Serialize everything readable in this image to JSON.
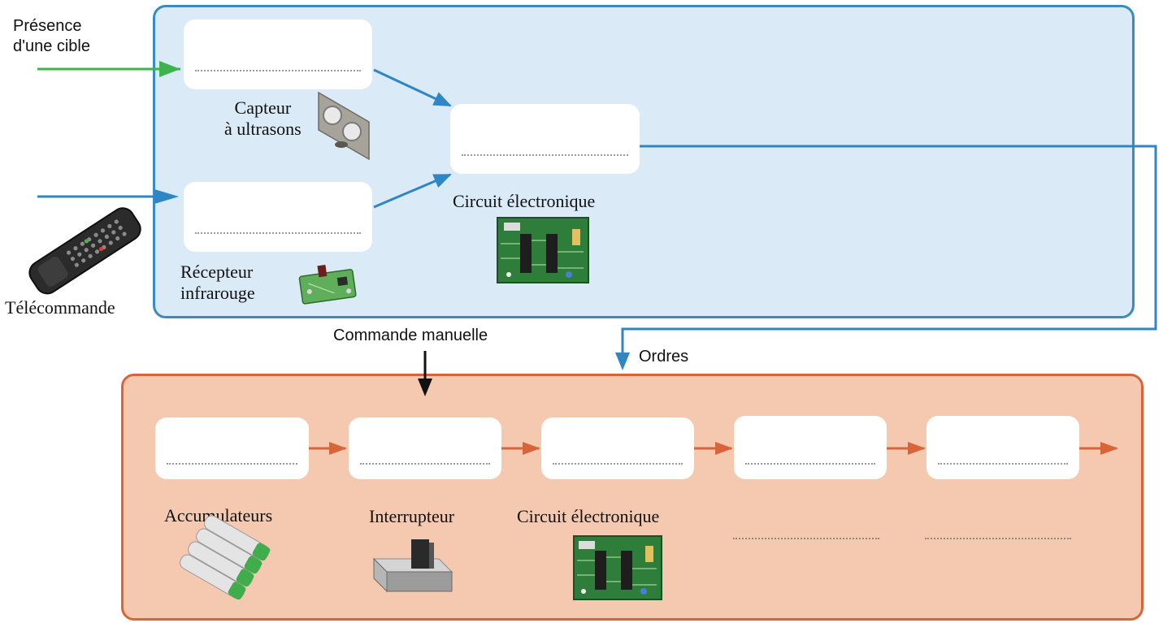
{
  "acquisition": {
    "inputs": {
      "target_presence": "Présence\nd'une cible",
      "remote": "Télécommande"
    },
    "components": {
      "ultrasonic_sensor": "Capteur\nà ultrasons",
      "ir_receiver": "Récepteur\ninfrarouge",
      "circuit": "Circuit électronique"
    }
  },
  "links": {
    "manual_command": "Commande manuelle",
    "orders": "Ordres"
  },
  "power_chain": {
    "components": {
      "accumulators": "Accumulateurs",
      "switch": "Interrupteur",
      "circuit": "Circuit électronique"
    }
  },
  "colors": {
    "acquisition_fill": "#daeaf7",
    "acquisition_border": "#3a8ac3",
    "chain_fill": "#f5c9b0",
    "chain_border": "#d9643a",
    "green_arrow": "#3cb44b",
    "blue_arrow": "#2f86c4",
    "orange_arrow": "#d9643a"
  }
}
